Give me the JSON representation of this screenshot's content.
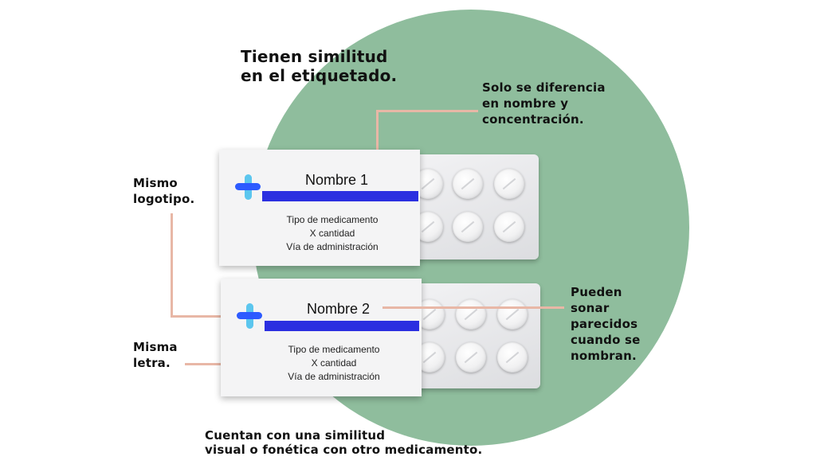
{
  "captions": {
    "title": "Tienen similitud\nen el etiquetado.",
    "difference": "Solo se diferencia\nen nombre y\nconcentración.",
    "logo": "Mismo\nlogotipo.",
    "letter": "Misma\nletra.",
    "sound": "Pueden\nsonar\nparecidos\ncuando se\nnombran.",
    "bottom": "Cuentan con una similitud\nvisual o fonética con otro medicamento."
  },
  "packages": [
    {
      "name": "Nombre 1",
      "details": [
        "Tipo de medicamento",
        "X cantidad",
        "Vía de administración"
      ]
    },
    {
      "name": "Nombre 2",
      "details": [
        "Tipo de medicamento",
        "X cantidad",
        "Vía de administración"
      ]
    }
  ],
  "colors": {
    "background_circle": "#8fbd9d",
    "connector_lines": "#e8b7a6",
    "name_bar": "#2b2fe0",
    "logo_primary": "#2d5bff",
    "logo_secondary": "#5cc6ee"
  },
  "icons": {
    "logo": "medical-cross-logo-icon",
    "tablet": "pill-icon"
  }
}
